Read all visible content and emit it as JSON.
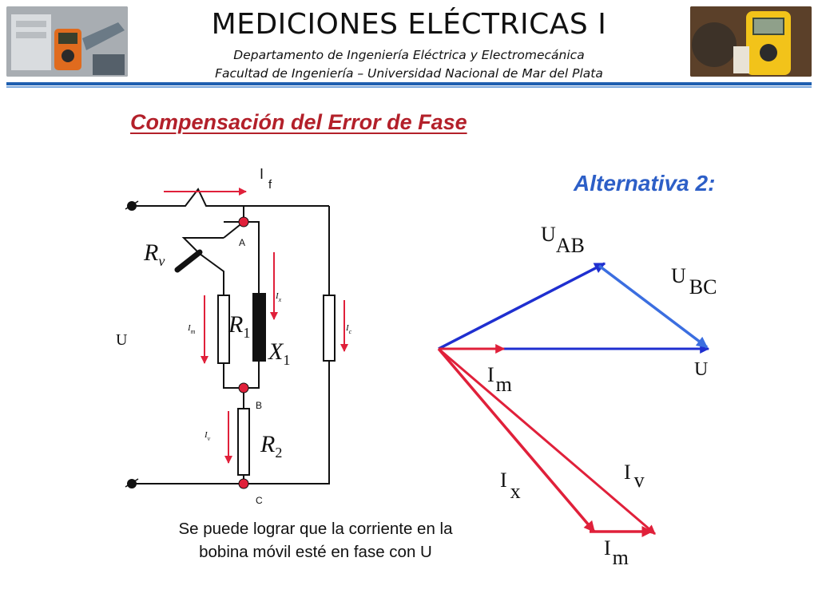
{
  "header": {
    "title": "MEDICIONES ELÉCTRICAS I",
    "subtitle_line1": "Departamento de Ingeniería Eléctrica y Electromecánica",
    "subtitle_line2": "Facultad de Ingeniería – Universidad Nacional de Mar del Plata",
    "photo_left_icon": "multimeter-photo",
    "photo_right_icon": "multimeter-photo"
  },
  "section_title": "Compensación del Error de Fase",
  "alternative_label": "Alternativa 2:",
  "circuit": {
    "if_main": "I",
    "if_sub": "f",
    "rv_main": "R",
    "rv_sub": "v",
    "node_a": "A",
    "node_b": "B",
    "node_c": "C",
    "u": "U",
    "ix_main": "I",
    "ix_sub": "x",
    "im_main": "I",
    "im_sub": "m",
    "ic_main": "I",
    "ic_sub": "c",
    "iv_main": "I",
    "iv_sub": "v",
    "r1_main": "R",
    "r1_sub": "1",
    "x1_main": "X",
    "x1_sub": "1",
    "r2_main": "R",
    "r2_sub": "2"
  },
  "phasor": {
    "uab_main": "U",
    "uab_sub": "AB",
    "ubc_main": "U",
    "ubc_sub": "BC",
    "u": "U",
    "im1_main": "I",
    "im1_sub": "m",
    "ix_main": "I",
    "ix_sub": "x",
    "iv_main": "I",
    "iv_sub": "v",
    "im2_main": "I",
    "im2_sub": "m"
  },
  "caption": "Se puede lograr que la corriente en la bobina móvil esté en fase con U",
  "colors": {
    "accent_red": "#b3202a",
    "phasor_red": "#e0203a",
    "phasor_blue": "#1f2fd0",
    "header_rule": "#1f5fb0"
  }
}
